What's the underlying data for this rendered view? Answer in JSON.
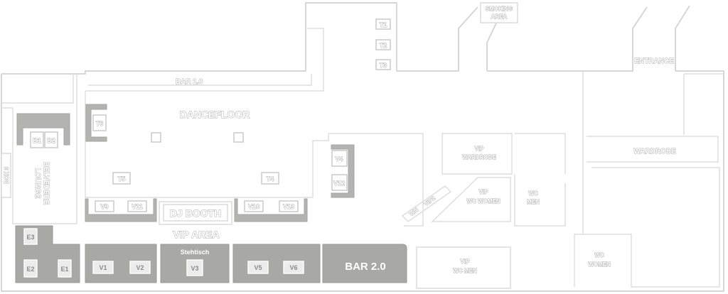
{
  "areas": {
    "smoking": [
      "SMOKING",
      "AREA"
    ],
    "bar10": "BAR 1.0",
    "entrance": "ENTRANCE",
    "dancefloor": "DANCEFLOOR",
    "wardrobe": "WARDROBE",
    "vip_wardrobe": [
      "VIP",
      "WARDROBE"
    ],
    "vip_wc_women": [
      "VIP",
      "WC WOMEN"
    ],
    "wc_men": [
      "WC",
      "MEN"
    ],
    "wc_women": [
      "WC",
      "WOMEN"
    ],
    "vip_wc_men": [
      "VIP",
      "WC MEN"
    ],
    "belvedere": [
      "BELVEDERE",
      "LOUNGE"
    ],
    "dj_booth": "DJ BOOTH",
    "vip_area": "VIP AREA",
    "stehtisch": "Stehtisch",
    "bar20": "BAR 2.0",
    "side_room": "BOX 3",
    "diag1": "WN",
    "diag2": "VIP2"
  },
  "tables": {
    "T1": "T1",
    "T2": "T2",
    "T3": "T3",
    "T6": "T6",
    "T5": "T5",
    "T4": "T4",
    "B1": "B1",
    "B2": "B2",
    "V4": "V4",
    "V12": "V12",
    "V9": "V9",
    "V11": "V11",
    "V10": "V10",
    "V13": "V13",
    "E3": "E3",
    "E2": "E2",
    "E1": "E1",
    "V1": "V1",
    "V2": "V2",
    "V3": "V3",
    "V5": "V5",
    "V6": "V6"
  }
}
